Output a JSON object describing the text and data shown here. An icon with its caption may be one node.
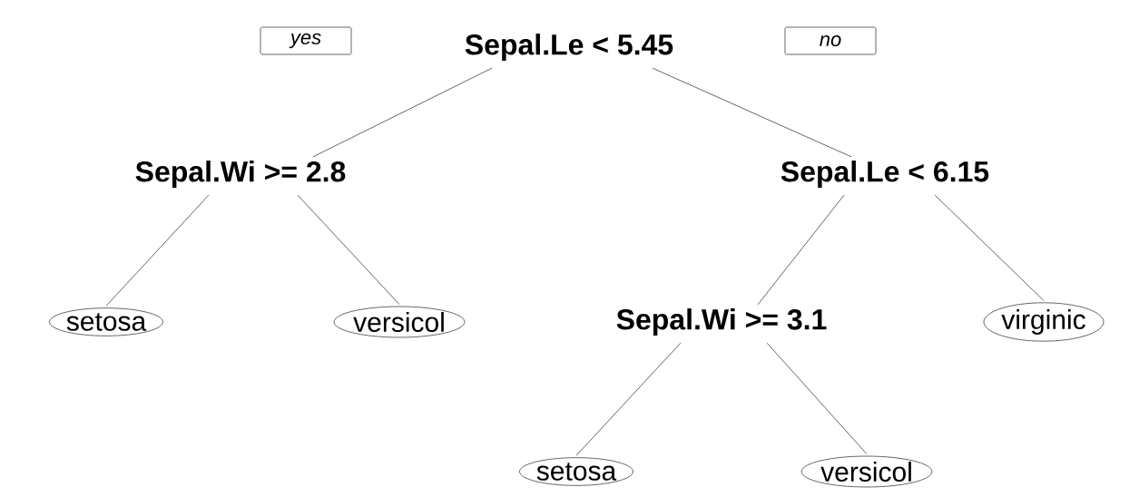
{
  "diagram": {
    "nodes": [
      {
        "text": [
          "Sepal.Le < 5.45"
        ]
      },
      {
        "text": [
          "Sepal.Wi >= 2.8"
        ]
      },
      {
        "text": [
          "Sepal.Le < 6.15"
        ]
      },
      {
        "text": [
          "setosa"
        ]
      },
      {
        "text": [
          "versicol"
        ]
      },
      {
        "text": [
          "Sepal.Wi >= 3.1"
        ]
      },
      {
        "text": [
          "virginic"
        ]
      },
      {
        "text": [
          "setosa"
        ]
      },
      {
        "text": [
          "versicol"
        ]
      }
    ],
    "edges": [
      {
        "from": 0,
        "to": 1,
        "arrow": "none",
        "label": "yes"
      },
      {
        "from": 0,
        "to": 2,
        "arrow": "none",
        "label": "no"
      },
      {
        "from": 1,
        "to": 3,
        "arrow": "none"
      },
      {
        "from": 1,
        "to": 4,
        "arrow": "none"
      },
      {
        "from": 2,
        "to": 5,
        "arrow": "none"
      },
      {
        "from": 2,
        "to": 6,
        "arrow": "none"
      },
      {
        "from": 5,
        "to": 7,
        "arrow": "none"
      },
      {
        "from": 5,
        "to": 8,
        "arrow": "none"
      }
    ]
  }
}
